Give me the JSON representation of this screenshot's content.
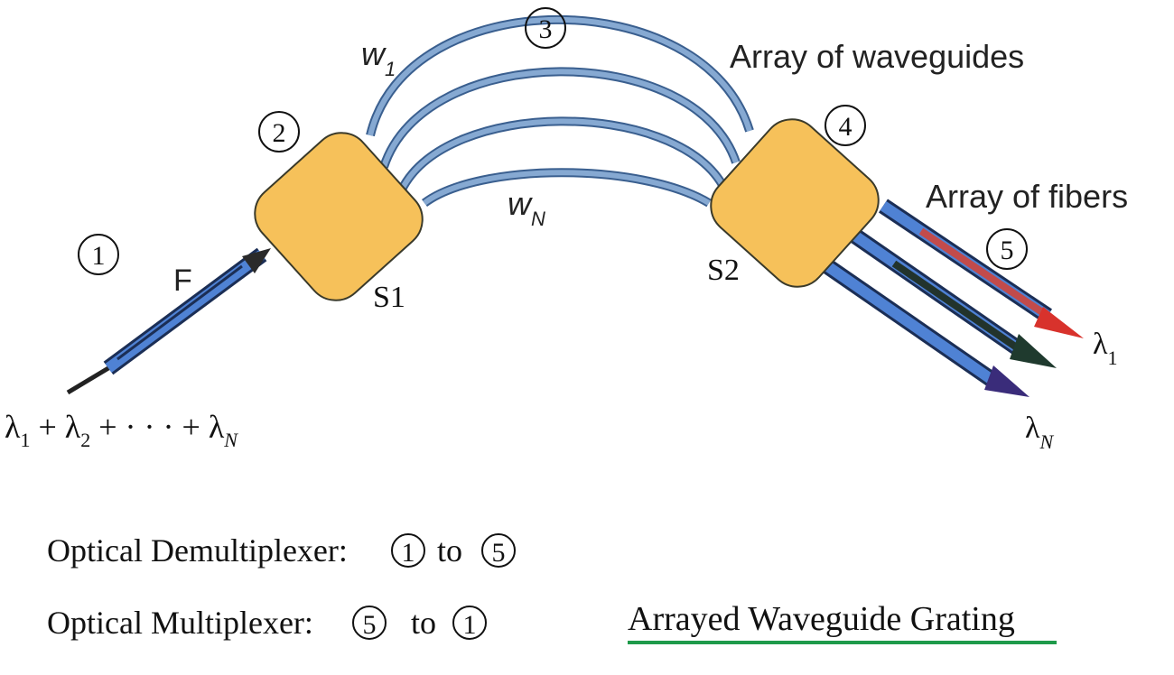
{
  "labels": {
    "array_of_waveguides": "Array of waveguides",
    "array_of_fibers": "Array of fibers",
    "w1_base": "w",
    "w1_sub": "1",
    "wn_base": "w",
    "wn_sub": "N",
    "s1": "S1",
    "s2": "S2",
    "f": "F",
    "lambda1_base": "λ",
    "lambda1_sub": "1",
    "lambdaN_base": "λ",
    "lambdaN_sub": "N",
    "input_sum": {
      "l1": "λ",
      "s1": "1",
      "plus1": " + ",
      "l2": "λ",
      "s2": "2",
      "mid": " + · · · + ",
      "ln": "λ",
      "sn": "N"
    }
  },
  "markers": [
    "1",
    "2",
    "3",
    "4",
    "5"
  ],
  "legend": {
    "demux_label": "Optical Demultiplexer:",
    "demux_from": "1",
    "demux_to_word": "to",
    "demux_to": "5",
    "mux_label": "Optical Multiplexer:",
    "mux_from": "5",
    "mux_to_word": "to",
    "mux_to": "1"
  },
  "title": "Arrayed Waveguide Grating",
  "colors": {
    "coupler": "#F6C15A",
    "waveguide": "#6A90BE",
    "fiber_blue": "#3F72C8",
    "arrow_red": "#D8322C",
    "arrow_dark": "#1F3A2E",
    "arrow_purple": "#3A2C7A",
    "underline": "#1E9A4A"
  }
}
